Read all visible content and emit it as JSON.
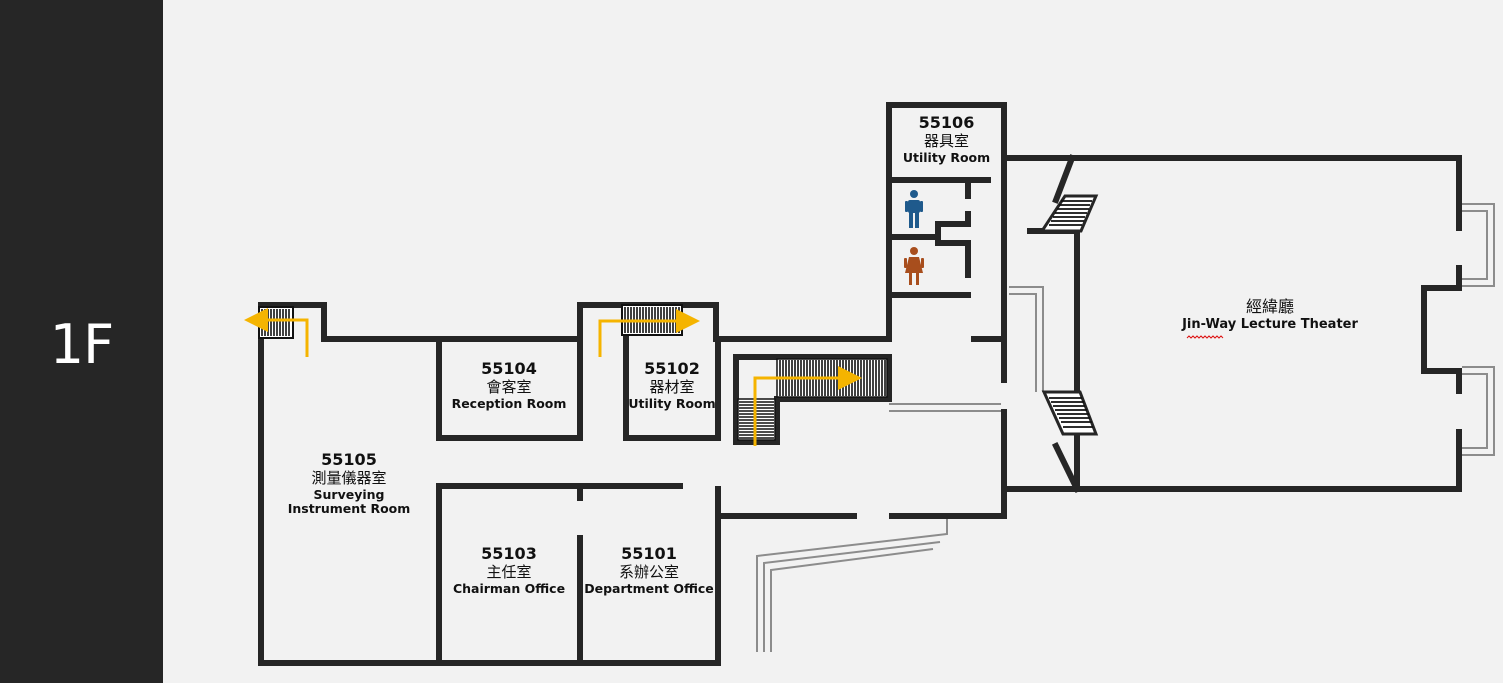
{
  "floor": {
    "label": "1F"
  },
  "rooms": {
    "r55106": {
      "number": "55106",
      "name_zh": "器具室",
      "name_en": "Utility Room"
    },
    "r55104": {
      "number": "55104",
      "name_zh": "會客室",
      "name_en": "Reception Room"
    },
    "r55102": {
      "number": "55102",
      "name_zh": "器材室",
      "name_en": "Utility Room"
    },
    "r55105": {
      "number": "55105",
      "name_zh": "測量儀器室",
      "name_en_1": "Surveying",
      "name_en_2": "Instrument Room"
    },
    "r55103": {
      "number": "55103",
      "name_zh": "主任室",
      "name_en": "Chairman Office"
    },
    "r55101": {
      "number": "55101",
      "name_zh": "系辦公室",
      "name_en": "Department Office"
    },
    "theater": {
      "name_zh": "經緯廳",
      "name_en": "Jin-Way Lecture Theater"
    }
  },
  "icons": {
    "restroom_male": "male-restroom-icon",
    "restroom_female": "female-restroom-icon",
    "stairs": "stairs-icon",
    "route_arrow": "route-arrow-icon"
  },
  "colors": {
    "sidebar": "#262626",
    "background": "#f2f2f2",
    "wall": "#262626",
    "ramp": "#8c8c8c",
    "arrow": "#f5b400",
    "male": "#1f5a8c",
    "female": "#a84e1d"
  }
}
